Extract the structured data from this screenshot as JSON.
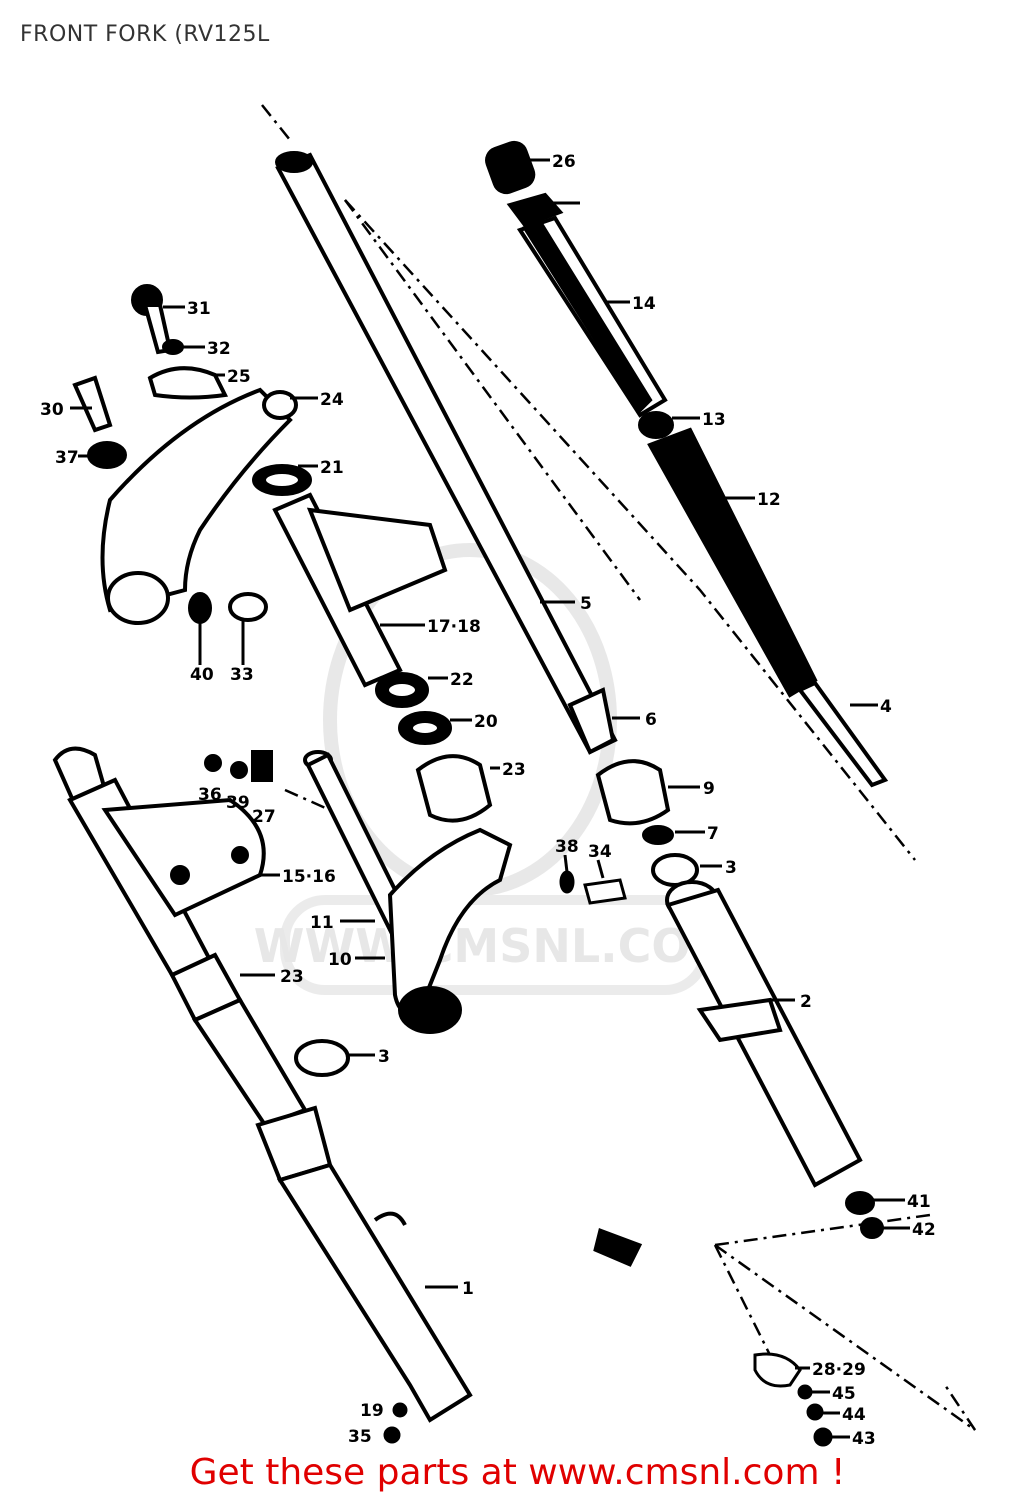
{
  "title": "FRONT FORK (RV125L",
  "watermark": "WWW.CMSNL.COM",
  "footer_link": "Get these parts at www.cmsnl.com !",
  "colors": {
    "line": "#000000",
    "footer": "#e00000",
    "watermark": "#d8d8d8"
  },
  "callouts": [
    {
      "id": "26",
      "text": "26"
    },
    {
      "id": "14",
      "text": "14"
    },
    {
      "id": "13",
      "text": "13"
    },
    {
      "id": "12",
      "text": "12"
    },
    {
      "id": "31",
      "text": "31"
    },
    {
      "id": "32",
      "text": "32"
    },
    {
      "id": "25",
      "text": "25"
    },
    {
      "id": "24",
      "text": "24"
    },
    {
      "id": "30",
      "text": "30"
    },
    {
      "id": "37",
      "text": "37"
    },
    {
      "id": "21",
      "text": "21"
    },
    {
      "id": "5",
      "text": "5"
    },
    {
      "id": "17-18",
      "text": "17·18"
    },
    {
      "id": "40",
      "text": "40"
    },
    {
      "id": "33",
      "text": "33"
    },
    {
      "id": "22",
      "text": "22"
    },
    {
      "id": "20",
      "text": "20"
    },
    {
      "id": "23a",
      "text": "23"
    },
    {
      "id": "6",
      "text": "6"
    },
    {
      "id": "4",
      "text": "4"
    },
    {
      "id": "9",
      "text": "9"
    },
    {
      "id": "7",
      "text": "7"
    },
    {
      "id": "3a",
      "text": "3"
    },
    {
      "id": "38",
      "text": "38"
    },
    {
      "id": "34",
      "text": "34"
    },
    {
      "id": "36",
      "text": "36"
    },
    {
      "id": "39",
      "text": "39"
    },
    {
      "id": "27",
      "text": "27"
    },
    {
      "id": "15-16",
      "text": "15·16"
    },
    {
      "id": "11",
      "text": "11"
    },
    {
      "id": "10",
      "text": "10"
    },
    {
      "id": "23b",
      "text": "23"
    },
    {
      "id": "2",
      "text": "2"
    },
    {
      "id": "3b",
      "text": "3"
    },
    {
      "id": "1",
      "text": "1"
    },
    {
      "id": "41",
      "text": "41"
    },
    {
      "id": "42",
      "text": "42"
    },
    {
      "id": "28-29",
      "text": "28·29"
    },
    {
      "id": "45",
      "text": "45"
    },
    {
      "id": "44",
      "text": "44"
    },
    {
      "id": "43",
      "text": "43"
    },
    {
      "id": "19",
      "text": "19"
    },
    {
      "id": "35",
      "text": "35"
    }
  ]
}
